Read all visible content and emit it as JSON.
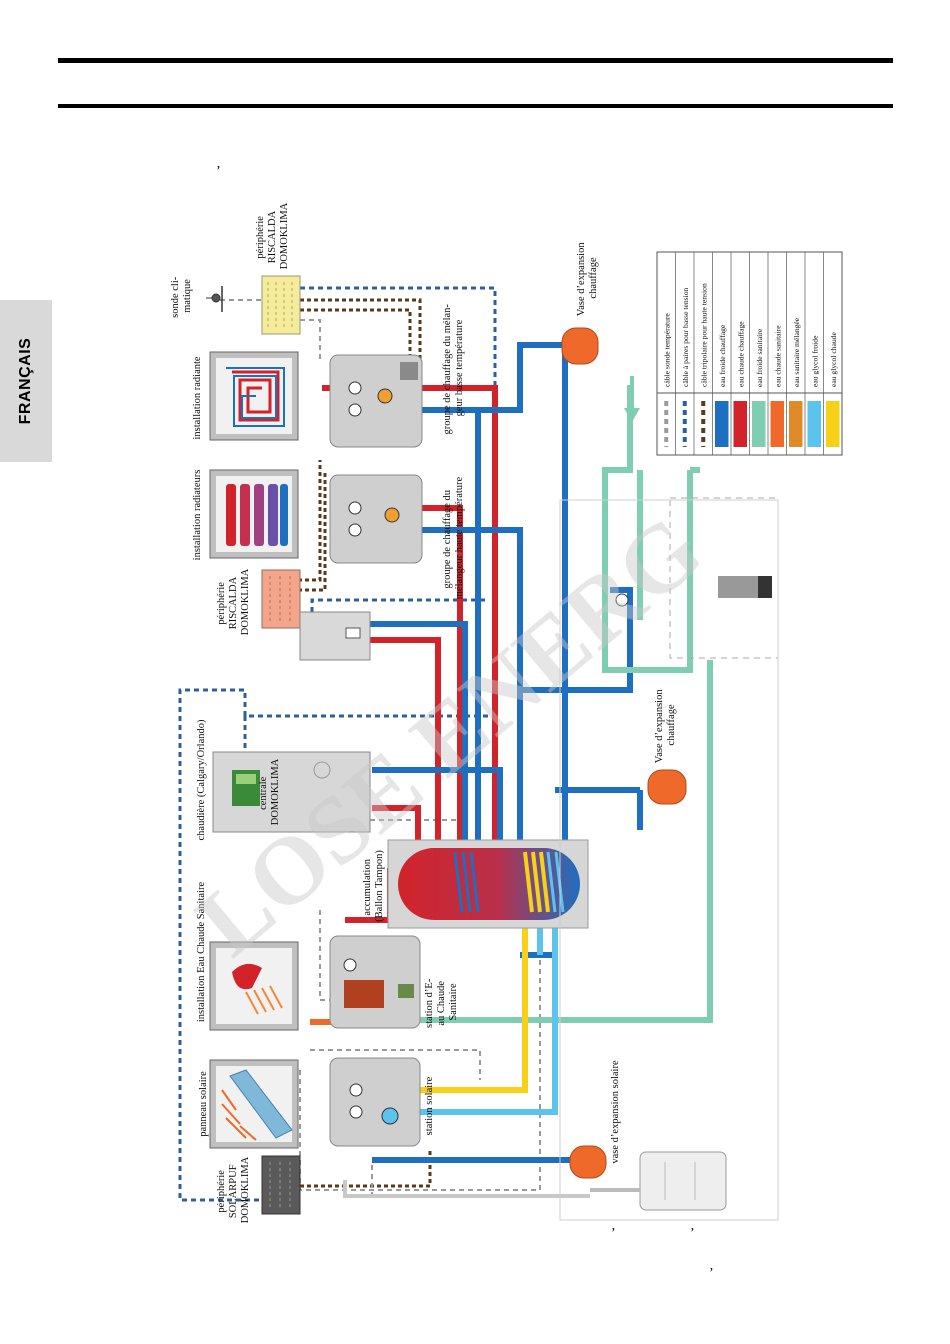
{
  "side_tab": {
    "label": "FRANÇAIS"
  },
  "marks": {
    "comma": "’"
  },
  "labels": {
    "peripherie_riscalda_top": [
      "périphérie",
      "RISCALDA",
      "DOMOKLIMA"
    ],
    "sonde_climatique": [
      "sonde cli-",
      "matique"
    ],
    "installation_radiante": "installation radiante",
    "installation_radiateurs": "installation radiateurs",
    "peripherie_riscalda_mid": [
      "périphérie",
      "RISCALDA",
      "DOMOKLIMA"
    ],
    "groupe_basse_temp": [
      "groupe de chauffage du mélan-",
      "geur basse température"
    ],
    "groupe_haute_temp": [
      "groupe de chauffage du",
      "mélangeur haute température"
    ],
    "vase_expansion_top": [
      "Vase d’expansion",
      "chauffage"
    ],
    "vase_expansion_mid": [
      "Vase d’expansion",
      "chauffage"
    ],
    "chaudiere": "chaudière (Calgary/Orlando)",
    "centrale": [
      "centrale",
      "DOMOKLIMA"
    ],
    "installation_ecs": "installation Eau Chaude Sanitaire",
    "accumulation": [
      "accumulation",
      "(Ballon Tampon)"
    ],
    "station_ecs": [
      "station d’E-",
      "au Chaude",
      "Sanitaire"
    ],
    "panneau_solaire": "panneau solaire",
    "station_solaire": "station solaire",
    "vase_expansion_solaire": "vase d’expansion solaire",
    "peripherie_solarpuf": [
      "périphérie",
      "SOLARPUF",
      "DOMOKLIMA"
    ],
    "watermark": "LOSE ENERG"
  },
  "legend": [
    {
      "label": "câble sonde température",
      "swatch": "dash-grey",
      "color": "#9a9a9a"
    },
    {
      "label": "câble à paires pour basse tension",
      "swatch": "dash-blue",
      "color": "#2f5f9a"
    },
    {
      "label": "câble tripolaire pour haute tension",
      "swatch": "dash-brown",
      "color": "#5a3a1a"
    },
    {
      "label": "eau froide chauffage",
      "swatch": "solid",
      "color": "#1f6fc0"
    },
    {
      "label": "eau chaude chauffage",
      "swatch": "solid",
      "color": "#d2232a"
    },
    {
      "label": "eau froide sanitaire",
      "swatch": "solid",
      "color": "#7fcdb2"
    },
    {
      "label": "eau chaude sanitaire",
      "swatch": "solid",
      "color": "#ef6a2a"
    },
    {
      "label": "eau sanitaire mélangée",
      "swatch": "solid",
      "color": "#e08a2a"
    },
    {
      "label": "eau glycol froide",
      "swatch": "solid",
      "color": "#5cc3ec"
    },
    {
      "label": "eau glycol chaude",
      "swatch": "solid",
      "color": "#f7d117"
    }
  ],
  "colors": {
    "hot_heating": "#d2232a",
    "cold_heating": "#1f6fc0",
    "cold_sanitary": "#7fcdb2",
    "hot_sanitary": "#ef6a2a",
    "glycol_cold": "#5cc3ec",
    "glycol_hot": "#f7d117",
    "cable_low": "#2f5f9a",
    "cable_high": "#5a3a1a",
    "sensor_cable": "#9a9a9a"
  }
}
